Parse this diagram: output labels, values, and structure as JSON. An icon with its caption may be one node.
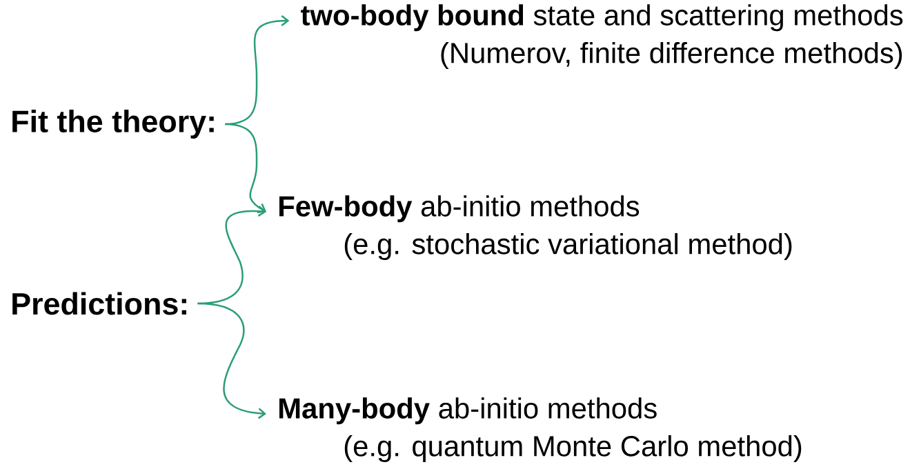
{
  "diagram": {
    "nodes": [
      {
        "text": [
          "Fit the theory:"
        ]
      },
      {
        "text": [
          "**two-body bound** state and scattering methods",
          "(Numerov, finite difference methods)"
        ]
      },
      {
        "text": [
          "**Few-body** ab-initio methods",
          "(e.g. stochastic variational method)"
        ]
      },
      {
        "text": [
          "**Many-body** ab-initio methods",
          "(e.g. quantum Monte Carlo method)"
        ]
      },
      {
        "text": [
          "Predictions:"
        ]
      }
    ],
    "edges": [
      {
        "from": 0,
        "to": 1,
        "arrow": "to",
        "color": "#2a9d78"
      },
      {
        "from": 0,
        "to": 2,
        "arrow": "to",
        "color": "#2a9d78"
      },
      {
        "from": 4,
        "to": 2,
        "arrow": "to",
        "color": "#2a9d78"
      },
      {
        "from": 4,
        "to": 3,
        "arrow": "to",
        "color": "#2a9d78"
      }
    ]
  }
}
